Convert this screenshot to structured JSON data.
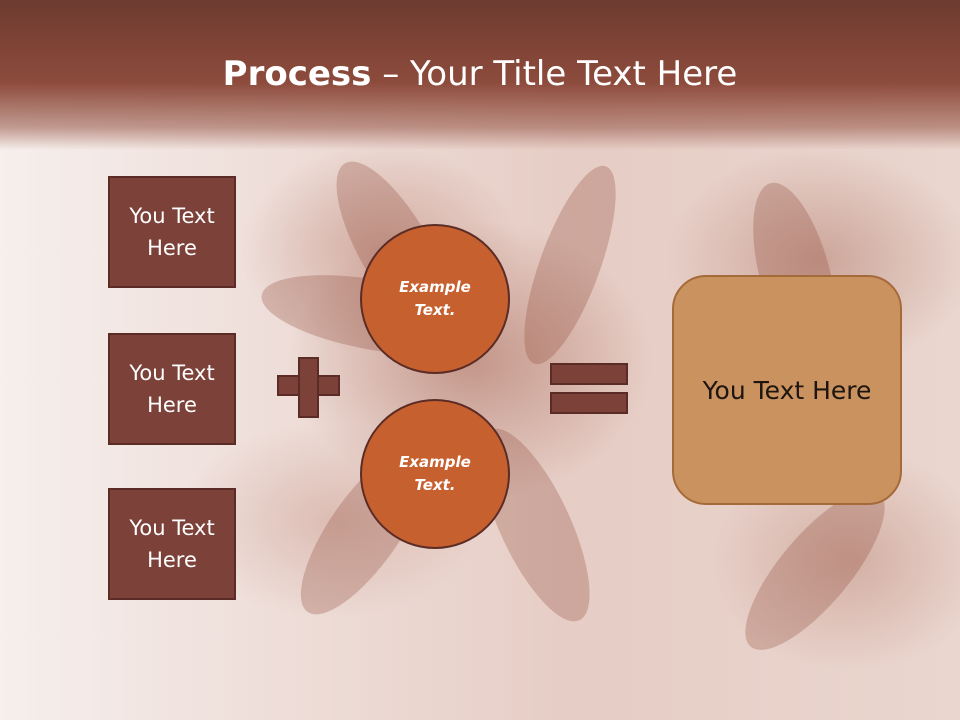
{
  "title": {
    "bold": "Process",
    "dash": " – ",
    "rest": "Your Title Text Here"
  },
  "left_boxes": [
    {
      "label": "You Text Here"
    },
    {
      "label": "You Text Here"
    },
    {
      "label": "You Text Here"
    }
  ],
  "circles": [
    {
      "label": "Example Text."
    },
    {
      "label": "Example Text."
    }
  ],
  "result": {
    "label": "You Text Here"
  },
  "symbols": {
    "plus": "plus-icon",
    "equals": "equals-icon"
  },
  "colors": {
    "header": "#6d3b30",
    "box": "#7c4138",
    "circle": "#c7602f",
    "result": "#c9925e",
    "border": "#5a2c25"
  }
}
